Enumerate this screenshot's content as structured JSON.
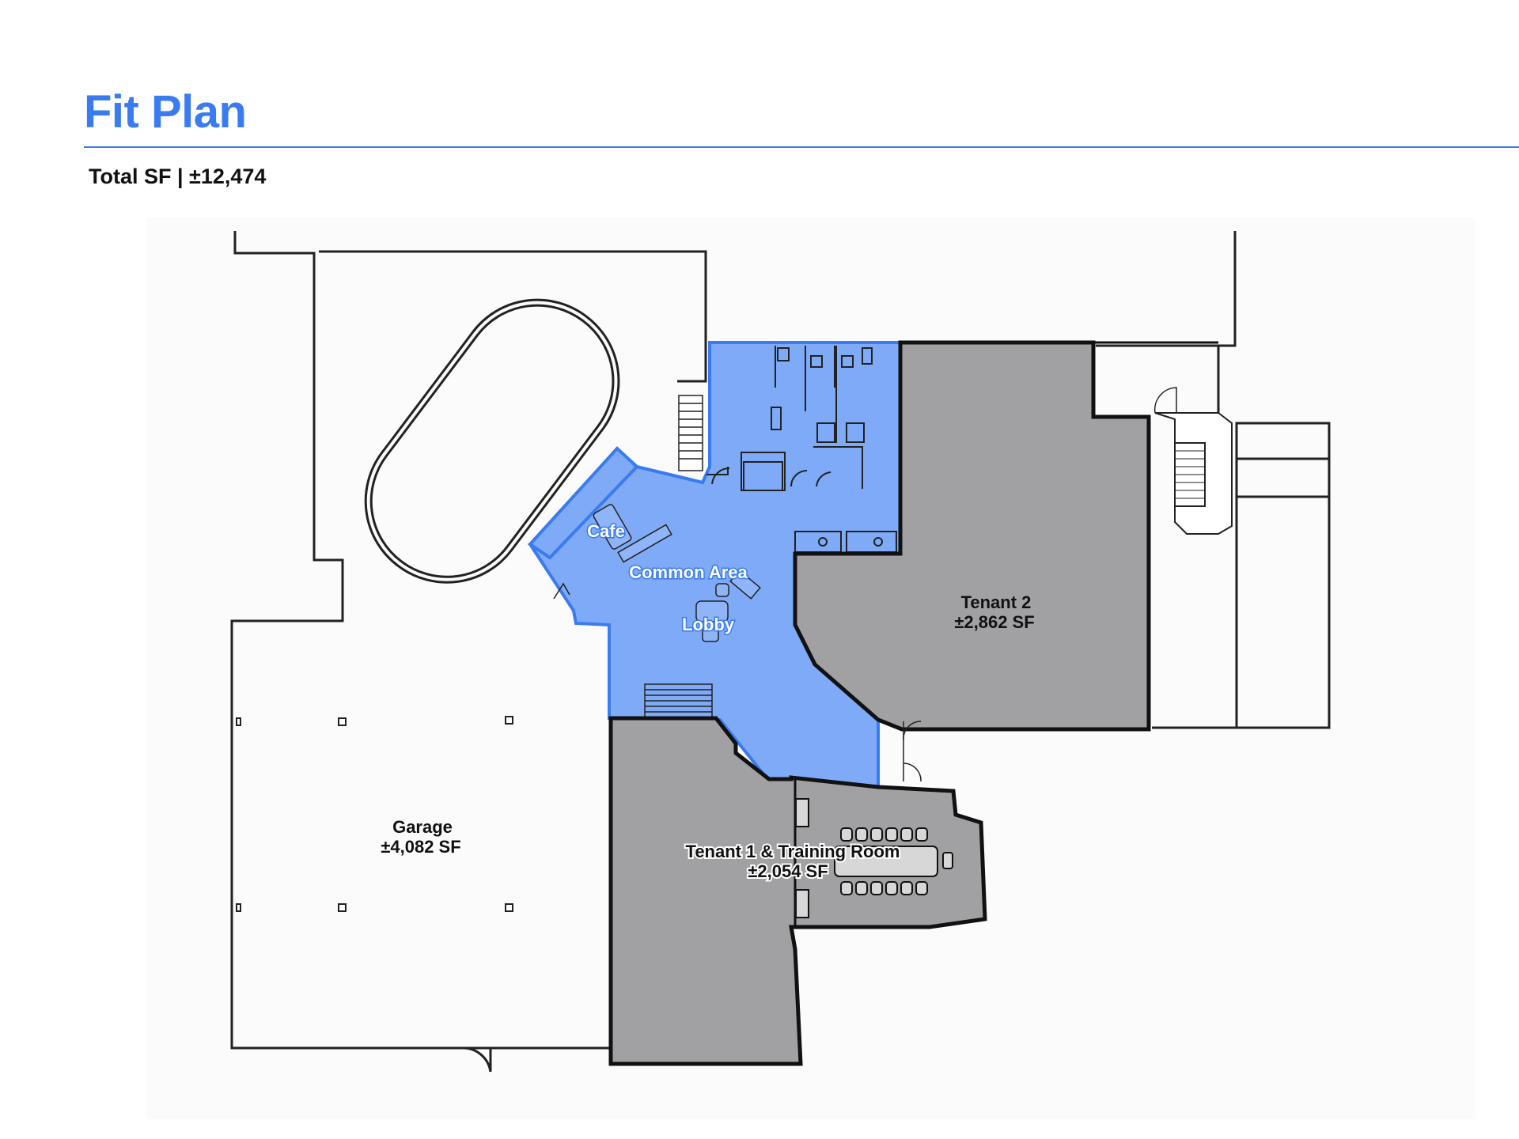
{
  "header": {
    "title": "Fit Plan",
    "total_sf": "Total SF | ±12,474"
  },
  "rooms": {
    "cafe": "Cafe",
    "common_area": "Common Area",
    "lobby": "Lobby",
    "tenant2_name": "Tenant 2",
    "tenant2_area": "±2,862 SF",
    "garage_name": "Garage",
    "garage_area": "±4,082 SF",
    "tenant1_name": "Tenant 1 & Training Room",
    "tenant1_area": "±2,054 SF"
  },
  "colors": {
    "accent": "#3a7bf0",
    "common_area_fill": "#7eaaf7",
    "tenant_fill": "#a1a1a3",
    "wall": "#111111"
  }
}
